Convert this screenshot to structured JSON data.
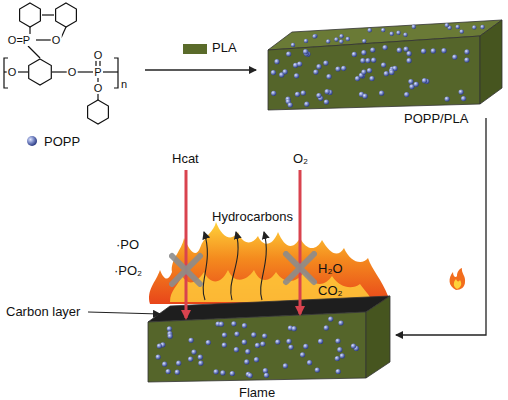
{
  "diagram": {
    "labels": [
      "O=P",
      "O",
      "O",
      "O",
      "P",
      "O",
      "O",
      "n",
      "POPP/PLA",
      "Hcat",
      "·PO",
      "·PO₂",
      "Hydrocarbons",
      "O₂",
      "H₂O",
      "CO₂",
      "Carbon layer",
      "Flame"
    ],
    "legend": [
      {
        "text": "PLA",
        "color": "#5a6b2a"
      },
      {
        "text": "POPP"
      }
    ]
  }
}
